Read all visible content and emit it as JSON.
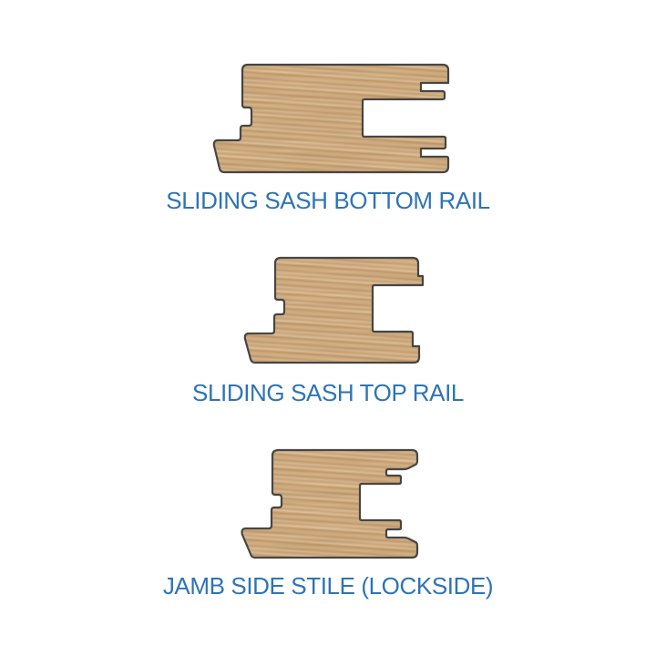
{
  "page": {
    "background": "#ffffff"
  },
  "colors": {
    "label_blue": "#2e74b5",
    "outline": "#4a4a4a",
    "wood": {
      "g0": "#d9b88e",
      "g1": "#cba373",
      "g2": "#dec099",
      "g3": "#d2ab7c",
      "g4": "#e3c8a2",
      "g5": "#c9a06e",
      "g6": "#d8b68a",
      "g7": "#d9b88e"
    }
  },
  "figures": [
    {
      "id": "sliding-sash-bottom-rail",
      "label": "SLIDING SASH BOTTOM RAIL"
    },
    {
      "id": "sliding-sash-top-rail",
      "label": "SLIDING SASH TOP RAIL"
    },
    {
      "id": "jamb-side-stile-lockside",
      "label": "JAMB SIDE STILE (LOCKSIDE)"
    }
  ]
}
